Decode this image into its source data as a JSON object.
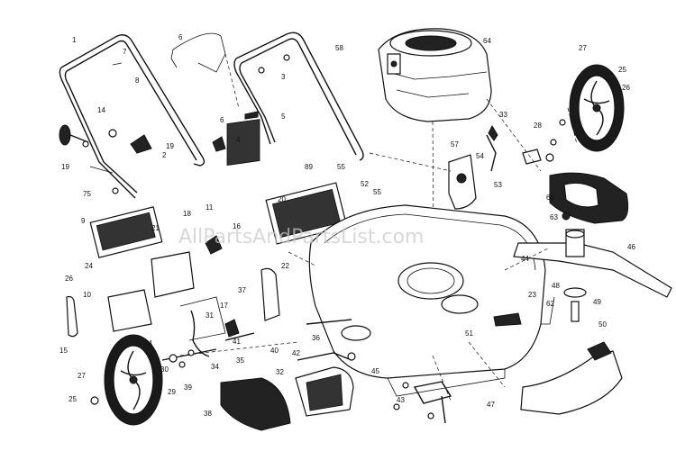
{
  "watermark": "AllPartsAndPartsList.com",
  "callouts": [
    {
      "id": "c-1",
      "text": "1"
    },
    {
      "id": "c-6a",
      "text": "6"
    },
    {
      "id": "c-58",
      "text": "58"
    },
    {
      "id": "c-64",
      "text": "64"
    },
    {
      "id": "c-27a",
      "text": "27"
    },
    {
      "id": "c-25a",
      "text": "25"
    },
    {
      "id": "c-26a",
      "text": "26"
    },
    {
      "id": "c-7a",
      "text": "7"
    },
    {
      "id": "c-8",
      "text": "8"
    },
    {
      "id": "c-3",
      "text": "3"
    },
    {
      "id": "c-14",
      "text": "14"
    },
    {
      "id": "c-19a",
      "text": "19"
    },
    {
      "id": "c-19b",
      "text": "19"
    },
    {
      "id": "c-2",
      "text": "2"
    },
    {
      "id": "c-75",
      "text": "75"
    },
    {
      "id": "c-6b",
      "text": "6"
    },
    {
      "id": "c-4",
      "text": "4"
    },
    {
      "id": "c-5",
      "text": "5"
    },
    {
      "id": "c-89",
      "text": "89"
    },
    {
      "id": "c-55a",
      "text": "55"
    },
    {
      "id": "c-52",
      "text": "52"
    },
    {
      "id": "c-55b",
      "text": "55"
    },
    {
      "id": "c-20",
      "text": "20"
    },
    {
      "id": "c-9",
      "text": "9"
    },
    {
      "id": "c-21",
      "text": "21"
    },
    {
      "id": "c-18",
      "text": "18"
    },
    {
      "id": "c-11",
      "text": "11"
    },
    {
      "id": "c-16",
      "text": "16"
    },
    {
      "id": "c-24",
      "text": "24"
    },
    {
      "id": "c-26b",
      "text": "26"
    },
    {
      "id": "c-10",
      "text": "10"
    },
    {
      "id": "c-15",
      "text": "15"
    },
    {
      "id": "c-17",
      "text": "17"
    },
    {
      "id": "c-37",
      "text": "37"
    },
    {
      "id": "c-31",
      "text": "31"
    },
    {
      "id": "c-44",
      "text": "44"
    },
    {
      "id": "c-57",
      "text": "57"
    },
    {
      "id": "c-54a",
      "text": "54"
    },
    {
      "id": "c-53",
      "text": "53"
    },
    {
      "id": "c-33",
      "text": "33"
    },
    {
      "id": "c-28",
      "text": "28"
    },
    {
      "id": "c-60",
      "text": "60"
    },
    {
      "id": "c-63",
      "text": "63"
    },
    {
      "id": "c-46",
      "text": "46"
    },
    {
      "id": "c-48",
      "text": "48"
    },
    {
      "id": "c-49",
      "text": "49"
    },
    {
      "id": "c-50",
      "text": "50"
    },
    {
      "id": "c-51",
      "text": "51"
    },
    {
      "id": "c-43",
      "text": "43"
    },
    {
      "id": "c-45",
      "text": "45"
    },
    {
      "id": "c-42",
      "text": "42"
    },
    {
      "id": "c-32",
      "text": "32"
    },
    {
      "id": "c-38",
      "text": "38"
    },
    {
      "id": "c-27b",
      "text": "27"
    },
    {
      "id": "c-25b",
      "text": "25"
    },
    {
      "id": "c-54b",
      "text": "54"
    },
    {
      "id": "c-34",
      "text": "34"
    },
    {
      "id": "c-35",
      "text": "35"
    },
    {
      "id": "c-41",
      "text": "41"
    },
    {
      "id": "c-40",
      "text": "40"
    },
    {
      "id": "c-36",
      "text": "36"
    },
    {
      "id": "c-30",
      "text": "30"
    },
    {
      "id": "c-39",
      "text": "39"
    },
    {
      "id": "c-29",
      "text": "29"
    },
    {
      "id": "c-23",
      "text": "23"
    },
    {
      "id": "c-47",
      "text": "47"
    },
    {
      "id": "c-62",
      "text": "62"
    },
    {
      "id": "c-22",
      "text": "22"
    }
  ]
}
